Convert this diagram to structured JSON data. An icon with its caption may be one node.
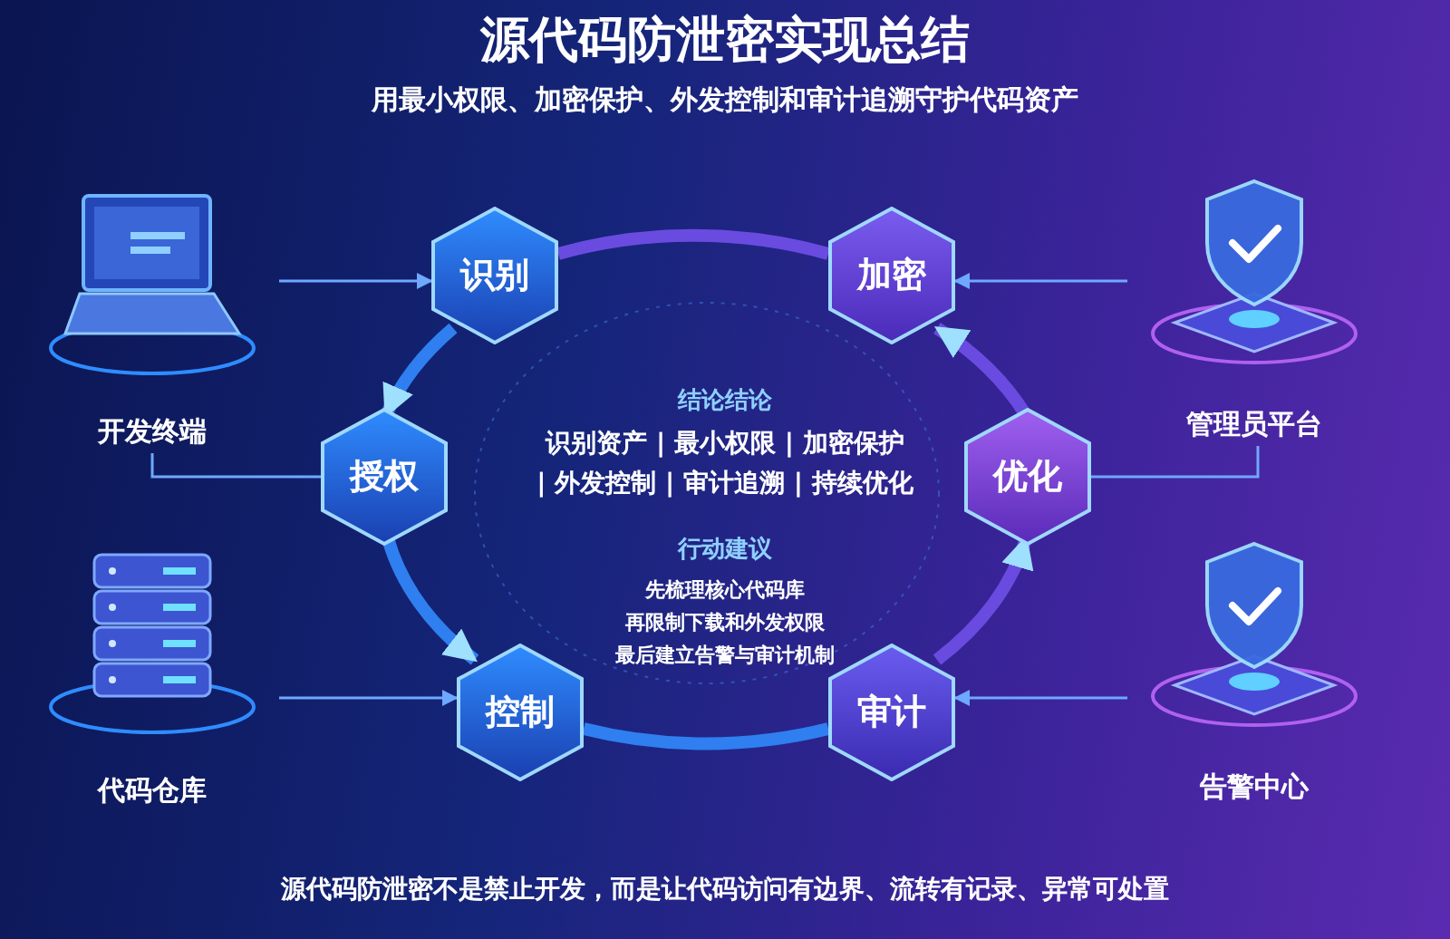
{
  "diagram": {
    "title": "源代码防泄密实现总结",
    "caption": "源代码防泄密不是禁止开发，而是让代码访问有边界、流转有记录、异常可处置",
    "nodes": [
      {
        "text": [
          "识别"
        ]
      },
      {
        "text": [
          "加密"
        ]
      },
      {
        "text": [
          "授权"
        ]
      },
      {
        "text": [
          "优化"
        ]
      },
      {
        "text": [
          "控制"
        ]
      },
      {
        "text": [
          "审计"
        ]
      },
      {
        "text": [
          "开发终端"
        ]
      },
      {
        "text": [
          "管理员平台"
        ]
      },
      {
        "text": [
          "代码仓库"
        ]
      },
      {
        "text": [
          "告警中心"
        ]
      }
    ],
    "edges": [
      {
        "from": 0,
        "to": 2,
        "arrow": "to",
        "style": "thick"
      },
      {
        "from": 2,
        "to": 4,
        "arrow": "to",
        "style": "thick"
      },
      {
        "from": 4,
        "to": 5,
        "arrow": "none",
        "style": "thick"
      },
      {
        "from": 5,
        "to": 3,
        "arrow": "to",
        "style": "thick",
        "color": "#6a4be0"
      },
      {
        "from": 3,
        "to": 1,
        "arrow": "to",
        "style": "thick",
        "color": "#6a4be0"
      },
      {
        "from": 1,
        "to": 0,
        "arrow": "none",
        "style": "thick",
        "color": "#6a4be0"
      },
      {
        "from": 6,
        "to": 0,
        "arrow": "to"
      },
      {
        "from": 6,
        "to": 2,
        "arrow": "none"
      },
      {
        "from": 8,
        "to": 4,
        "arrow": "to"
      },
      {
        "from": 7,
        "to": 1,
        "arrow": "to"
      },
      {
        "from": 3,
        "to": 7,
        "arrow": "none"
      },
      {
        "from": 9,
        "to": 5,
        "arrow": "to"
      }
    ],
    "labels": [
      "用最小权限、加密保护、外发控制和审计追溯守护代码资产",
      "结论结论",
      "识别资产 | 最小权限 | 加密保护",
      "| 外发控制 | 审计追溯 | 持续优化",
      "行动建议",
      "先梳理核心代码库",
      "再限制下载和外发权限",
      "最后建立告警与审计机制"
    ]
  }
}
